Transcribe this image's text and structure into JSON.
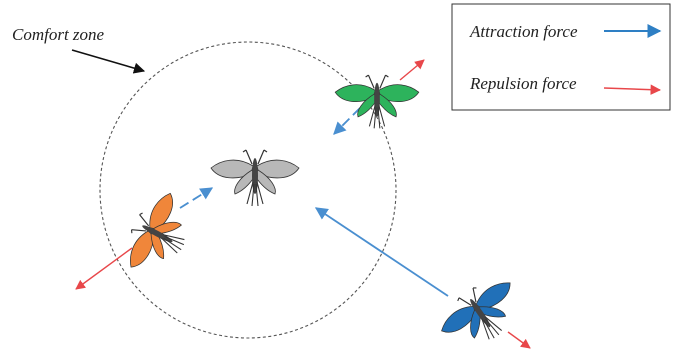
{
  "diagram": {
    "comfort_zone_label": "Comfort zone",
    "legend": {
      "attraction_label": "Attraction force",
      "repulsion_label": "Repulsion force"
    },
    "colors": {
      "attraction": "#4a8fd0",
      "attraction_legend": "#2e7fc4",
      "repulsion": "#e8474a",
      "center_insect": "#b8b8b8",
      "green_insect": "#2db35c",
      "orange_insect": "#f0863a",
      "blue_insect": "#2170b8",
      "circle": "#555555"
    },
    "insects": [
      {
        "id": "center",
        "icon": "moth-icon"
      },
      {
        "id": "green",
        "icon": "moth-icon"
      },
      {
        "id": "orange",
        "icon": "moth-icon"
      },
      {
        "id": "blue",
        "icon": "moth-icon"
      }
    ]
  }
}
